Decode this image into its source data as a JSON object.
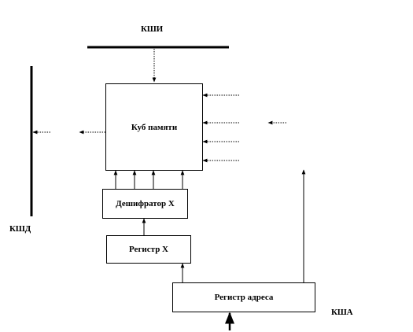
{
  "labels": {
    "kshi": "КШИ",
    "kshd": "КШД",
    "ksha": "КША"
  },
  "blocks": {
    "memory_cube": "Куб памяти",
    "decoder_x": "Дешифратор X",
    "register_x": "Регистр X",
    "address_register": "Регистр адреса"
  },
  "colors": {
    "line": "#000000",
    "background": "#ffffff"
  }
}
